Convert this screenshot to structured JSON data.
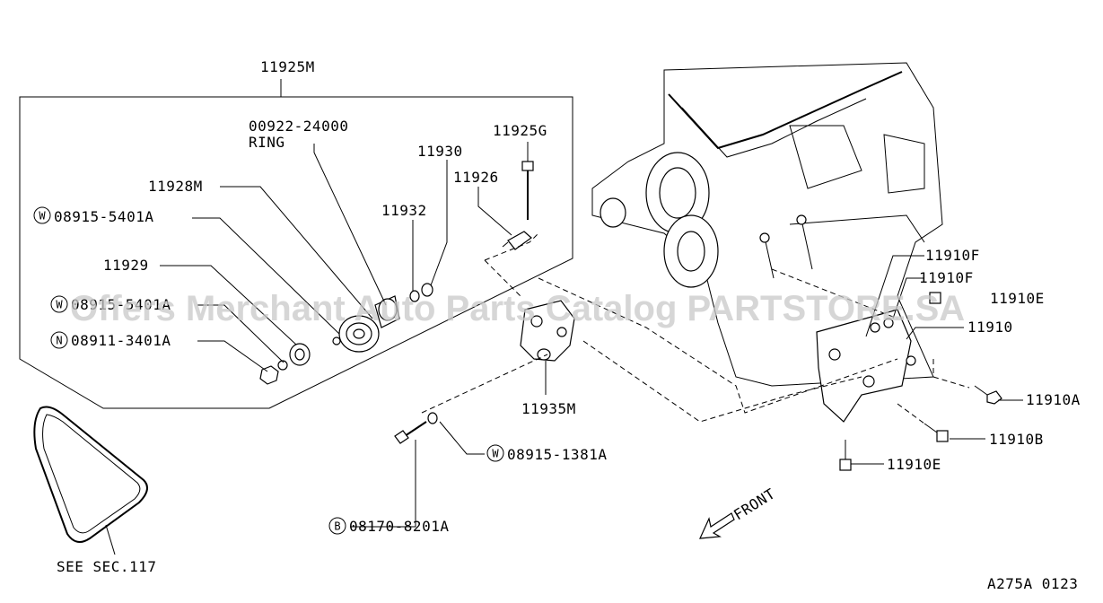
{
  "labels": {
    "assembly": "11925M",
    "ring_part": "00922-24000",
    "ring_word": "RING",
    "p11930": "11930",
    "p11925g": "11925G",
    "p11926": "11926",
    "p11928m": "11928M",
    "p11932": "11932",
    "w_5401": "08915-5401A",
    "p11929": "11929",
    "w_second": "08915-5401A",
    "n_3401": "08911-3401A",
    "p11935m": "11935M",
    "w_1381": "08915-1381A",
    "b_8201": "08170-8201A",
    "see_sec": "SEE SEC.117",
    "p11910f_1": "11910F",
    "p11910f_2": "11910F",
    "p11910e_top": "11910E",
    "p11910": "11910",
    "p11910a": "11910A",
    "p11910b": "11910B",
    "p11910e_bottom": "11910E",
    "front": "FRONT",
    "ref_code": "A275A 0123"
  },
  "circle_letters": {
    "w1": "W",
    "w2": "W",
    "n1": "N",
    "w3": "W",
    "b1": "B"
  },
  "watermark": "Offers Merchant Auto Parts Catalog PARTSTORE.SA"
}
